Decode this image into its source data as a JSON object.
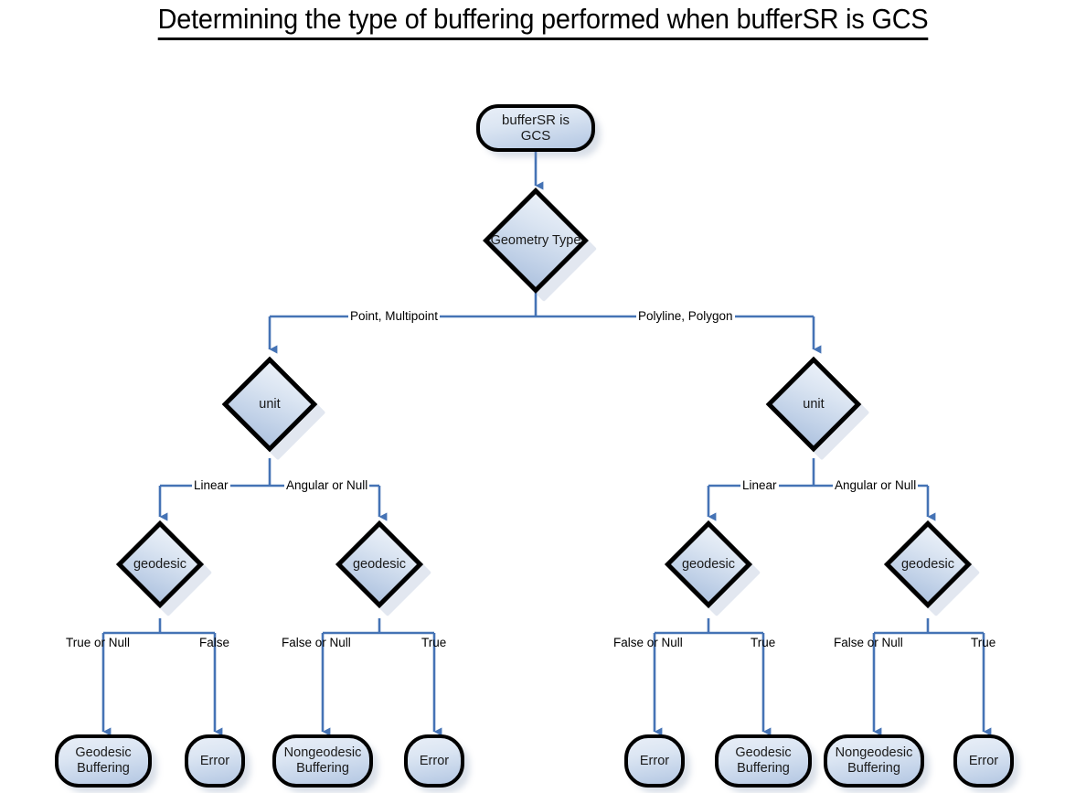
{
  "title": "Determining the type of buffering performed when bufferSR is GCS",
  "colors": {
    "edge": "#4573b5",
    "node_border": "#000000",
    "node_fill_top": "#e8eef7",
    "node_fill_bottom": "#b4c7e2",
    "background": "#ffffff",
    "text": "#000000"
  },
  "nodes": {
    "start": {
      "label": "bufferSR is GCS",
      "type": "terminator"
    },
    "geometry_type": {
      "label": "Geometry Type",
      "type": "decision"
    },
    "unit_left": {
      "label": "unit",
      "type": "decision"
    },
    "unit_right": {
      "label": "unit",
      "type": "decision"
    },
    "geodesic_1": {
      "label": "geodesic",
      "type": "decision"
    },
    "geodesic_2": {
      "label": "geodesic",
      "type": "decision"
    },
    "geodesic_3": {
      "label": "geodesic",
      "type": "decision"
    },
    "geodesic_4": {
      "label": "geodesic",
      "type": "decision"
    },
    "result_1": {
      "label_line1": "Geodesic",
      "label_line2": "Buffering",
      "type": "terminator"
    },
    "result_2": {
      "label_line1": "Error",
      "label_line2": "",
      "type": "terminator"
    },
    "result_3": {
      "label_line1": "Nongeodesic",
      "label_line2": "Buffering",
      "type": "terminator"
    },
    "result_4": {
      "label_line1": "Error",
      "label_line2": "",
      "type": "terminator"
    },
    "result_5": {
      "label_line1": "Error",
      "label_line2": "",
      "type": "terminator"
    },
    "result_6": {
      "label_line1": "Geodesic",
      "label_line2": "Buffering",
      "type": "terminator"
    },
    "result_7": {
      "label_line1": "Nongeodesic",
      "label_line2": "Buffering",
      "type": "terminator"
    },
    "result_8": {
      "label_line1": "Error",
      "label_line2": "",
      "type": "terminator"
    }
  },
  "edge_labels": {
    "geom_left": "Point, Multipoint",
    "geom_right": "Polyline, Polygon",
    "unit_left_linear": "Linear",
    "unit_left_angular": "Angular or Null",
    "unit_right_linear": "Linear",
    "unit_right_angular": "Angular or Null",
    "g1_left": "True or Null",
    "g1_right": "False",
    "g2_left": "False or Null",
    "g2_right": "True",
    "g3_left": "False or Null",
    "g3_right": "True",
    "g4_left": "False or Null",
    "g4_right": "True"
  },
  "chart_data": {
    "type": "diagram",
    "title": "Determining the type of buffering performed when bufferSR is GCS",
    "flow": [
      {
        "from": "bufferSR is GCS",
        "to": "Geometry Type",
        "label": ""
      },
      {
        "from": "Geometry Type",
        "to": "unit (left)",
        "label": "Point, Multipoint"
      },
      {
        "from": "Geometry Type",
        "to": "unit (right)",
        "label": "Polyline, Polygon"
      },
      {
        "from": "unit (left)",
        "to": "geodesic 1",
        "label": "Linear"
      },
      {
        "from": "unit (left)",
        "to": "geodesic 2",
        "label": "Angular or Null"
      },
      {
        "from": "unit (right)",
        "to": "geodesic 3",
        "label": "Linear"
      },
      {
        "from": "unit (right)",
        "to": "geodesic 4",
        "label": "Angular or Null"
      },
      {
        "from": "geodesic 1",
        "to": "Geodesic Buffering",
        "label": "True or Null"
      },
      {
        "from": "geodesic 1",
        "to": "Error",
        "label": "False"
      },
      {
        "from": "geodesic 2",
        "to": "Nongeodesic Buffering",
        "label": "False or Null"
      },
      {
        "from": "geodesic 2",
        "to": "Error",
        "label": "True"
      },
      {
        "from": "geodesic 3",
        "to": "Error",
        "label": "False or Null"
      },
      {
        "from": "geodesic 3",
        "to": "Geodesic Buffering",
        "label": "True"
      },
      {
        "from": "geodesic 4",
        "to": "Nongeodesic Buffering",
        "label": "False or Null"
      },
      {
        "from": "geodesic 4",
        "to": "Error",
        "label": "True"
      }
    ]
  }
}
